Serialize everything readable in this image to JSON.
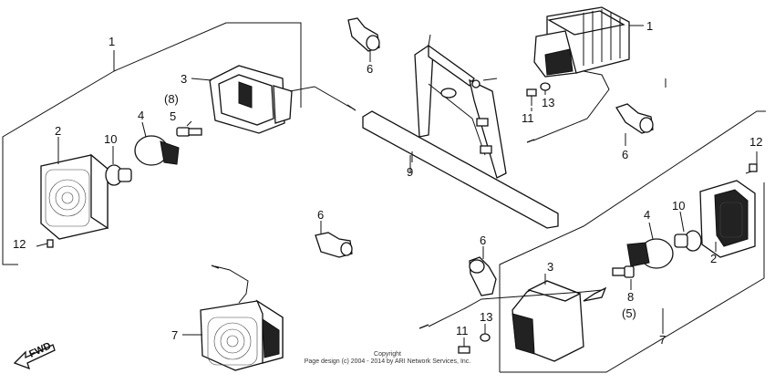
{
  "callouts": {
    "left_group": "1",
    "left_lens": "2",
    "left_housing": "3",
    "left_socket": "4",
    "left_bulb": "10",
    "left_screw_top": "5",
    "left_screw_paren": "(8)",
    "left_screw_bottom": "12",
    "top_right_lamp": "1",
    "bolt_11_top": "11",
    "nut_13_top": "13",
    "cap_top": "6",
    "cap_mid_right": "6",
    "cap_left": "6",
    "cap_bottom_mid": "6",
    "stay": "9",
    "right_screw_top": "12",
    "right_lens": "2",
    "right_bulb": "10",
    "right_socket": "4",
    "right_housing": "3",
    "right_screw_num": "8",
    "right_screw_paren": "(5)",
    "right_group": "7",
    "bottom_left_lamp": "7",
    "bolt_11_bottom": "11",
    "nut_13_bottom": "13"
  },
  "footer": {
    "line1": "Copyright",
    "line2": "Page design (c) 2004 - 2014 by ARI Network Services, Inc."
  },
  "fwd_label": "FWD"
}
